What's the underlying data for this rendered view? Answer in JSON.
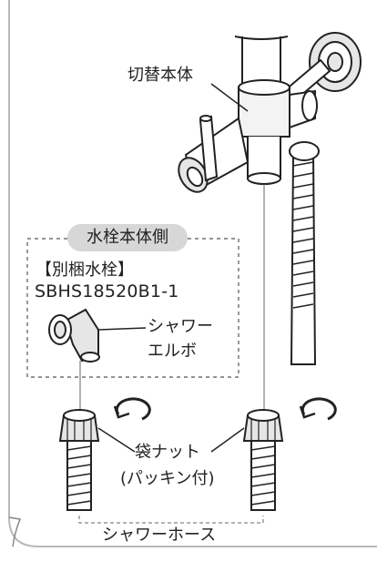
{
  "labels": {
    "switch_body": "切替本体",
    "faucet_side": "水栓本体側",
    "separate_pack": "【別梱水栓】",
    "model_number": "SBHS18520B1-1",
    "shower_elbow_line1": "シャワー",
    "shower_elbow_line2": "エルボ",
    "bag_nut_line1": "袋ナット",
    "bag_nut_line2": "(パッキン付)",
    "shower_hose": "シャワーホース"
  },
  "colors": {
    "line": "#222222",
    "frame": "#b8b8b8",
    "pill": "#d7d7d7",
    "metal": "#e6e6e6"
  },
  "icons": {
    "rotation": "rotate-arrow-icon"
  }
}
